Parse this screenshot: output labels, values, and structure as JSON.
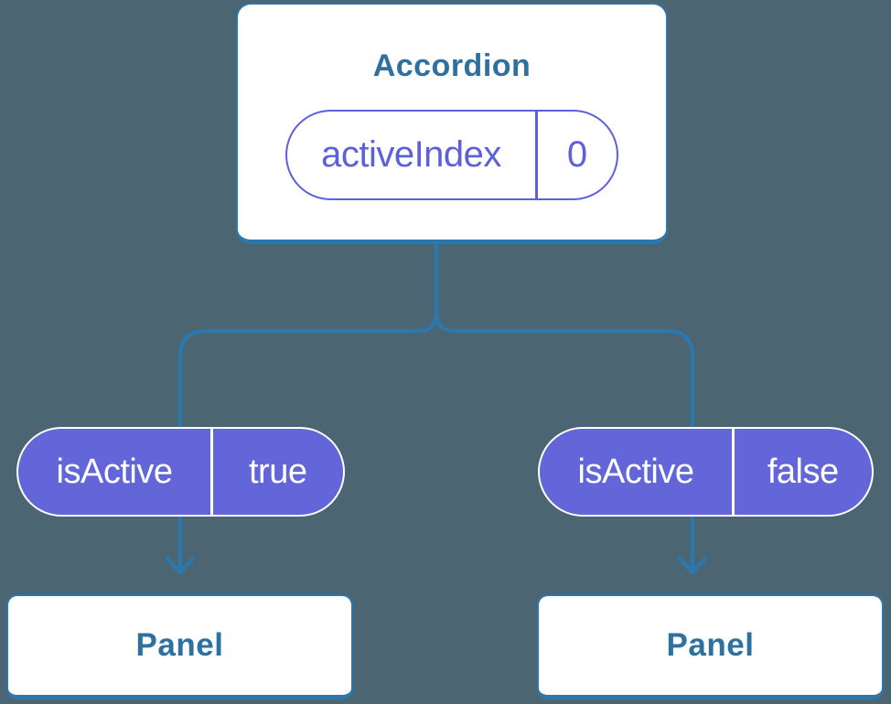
{
  "tree": {
    "root": {
      "title": "Accordion",
      "state_pill": {
        "label": "activeIndex",
        "value": "0"
      }
    },
    "branches": [
      {
        "prop_pill": {
          "label": "isActive",
          "value": "true"
        },
        "node": {
          "title": "Panel"
        }
      },
      {
        "prop_pill": {
          "label": "isActive",
          "value": "false"
        },
        "node": {
          "title": "Panel"
        }
      }
    ]
  },
  "colors": {
    "background": "#4c6572",
    "connector_blue": "#2c78ad",
    "card_border_blue": "#2c77ab",
    "heading_text_blue": "#2e719e",
    "pill_purple_fill": "#6266d8",
    "pill_purple_outline_text": "#5c60da",
    "card_background": "#ffffff",
    "pill_text_white": "#ffffff"
  }
}
